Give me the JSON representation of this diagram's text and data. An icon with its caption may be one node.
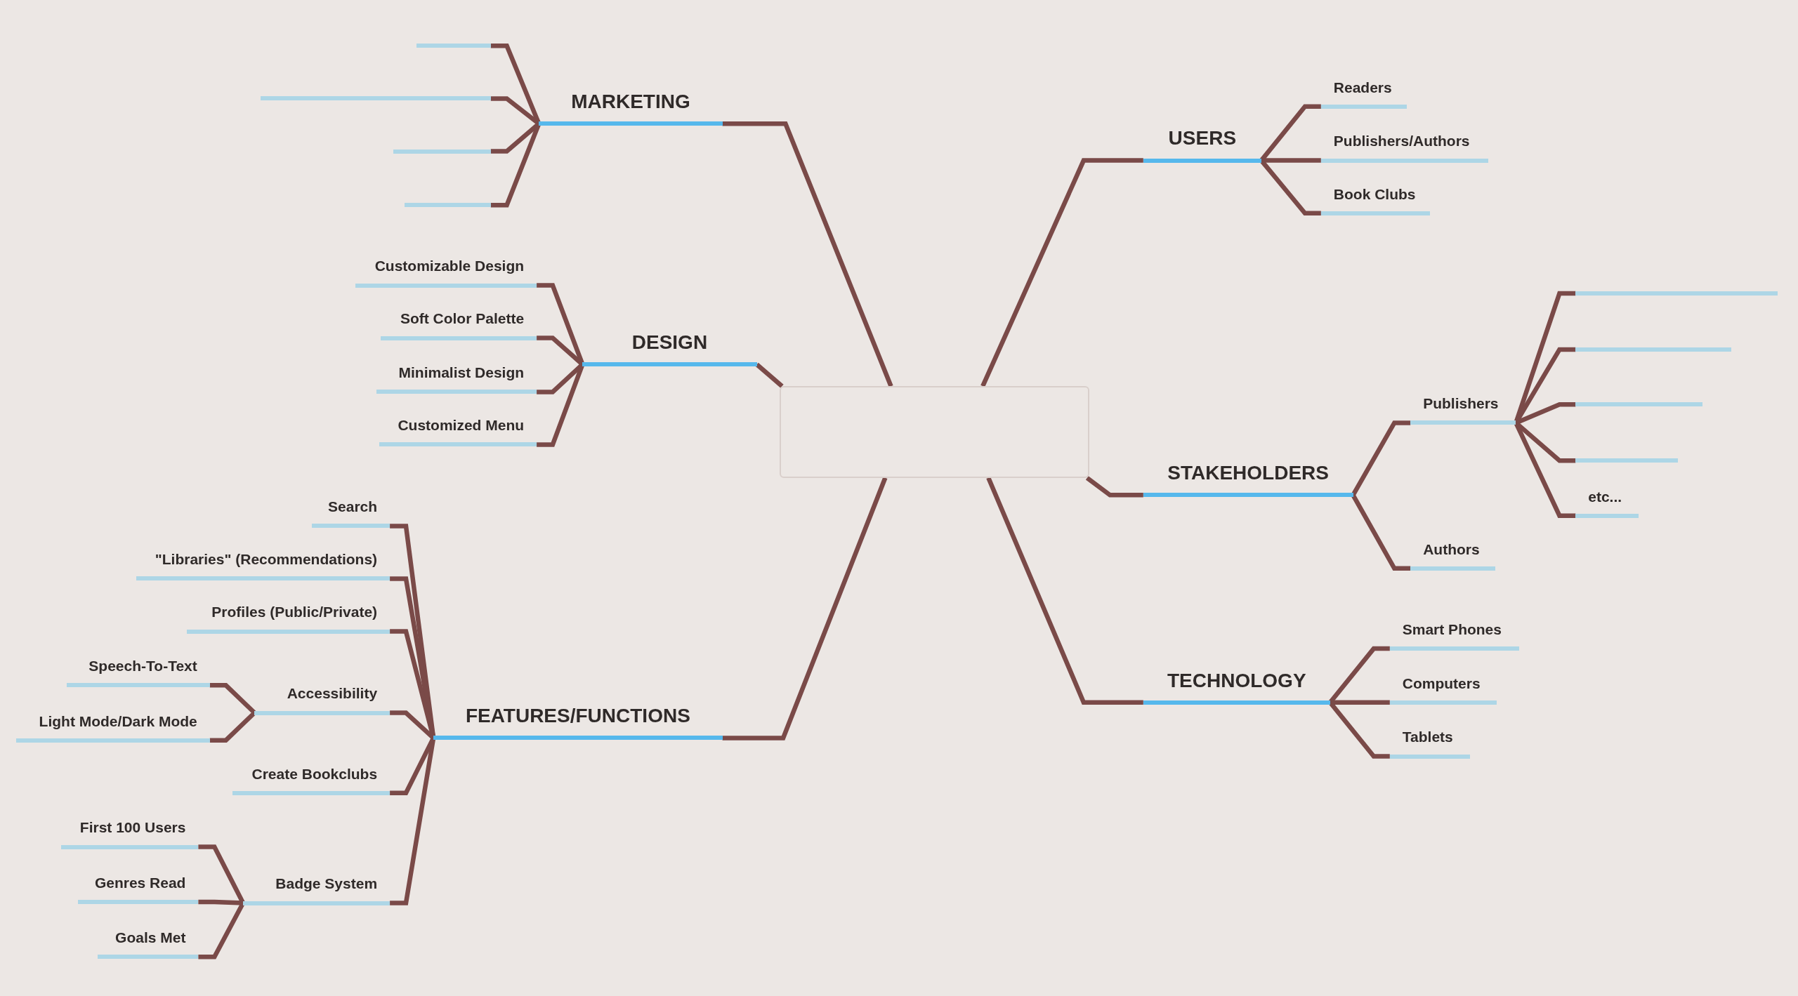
{
  "diagram": {
    "nodes": [
      {
        "text": [],
        "shape": "box"
      },
      {
        "text": [
          "MARKETING"
        ]
      },
      {
        "text": [],
        "shape": "bar"
      },
      {
        "text": [],
        "shape": "bar"
      },
      {
        "text": [],
        "shape": "bar"
      },
      {
        "text": [],
        "shape": "bar"
      },
      {
        "text": [
          "DESIGN"
        ]
      },
      {
        "text": [
          "Customizable Design"
        ]
      },
      {
        "text": [
          "Soft Color Palette"
        ]
      },
      {
        "text": [
          "Minimalist Design"
        ]
      },
      {
        "text": [
          "Customized Menu"
        ]
      },
      {
        "text": [
          "FEATURES/FUNCTIONS"
        ]
      },
      {
        "text": [
          "Search"
        ]
      },
      {
        "text": [
          "\"Libraries\" (Recommendations)"
        ]
      },
      {
        "text": [
          "Profiles (Public/Private)"
        ]
      },
      {
        "text": [
          "Accessibility"
        ]
      },
      {
        "text": [
          "Speech-To-Text"
        ]
      },
      {
        "text": [
          "Light Mode/Dark Mode"
        ]
      },
      {
        "text": [
          "Create Bookclubs"
        ]
      },
      {
        "text": [
          "Badge System"
        ]
      },
      {
        "text": [
          "First 100 Users"
        ]
      },
      {
        "text": [
          "Genres Read"
        ]
      },
      {
        "text": [
          "Goals Met"
        ]
      },
      {
        "text": [
          "USERS"
        ]
      },
      {
        "text": [
          "Readers"
        ]
      },
      {
        "text": [
          "Publishers/Authors"
        ]
      },
      {
        "text": [
          "Book Clubs"
        ]
      },
      {
        "text": [
          "STAKEHOLDERS"
        ]
      },
      {
        "text": [
          "Publishers"
        ]
      },
      {
        "text": [],
        "shape": "bar"
      },
      {
        "text": [],
        "shape": "bar"
      },
      {
        "text": [],
        "shape": "bar"
      },
      {
        "text": [],
        "shape": "bar"
      },
      {
        "text": [
          "etc..."
        ]
      },
      {
        "text": [
          "Authors"
        ]
      },
      {
        "text": [
          "TECHNOLOGY"
        ]
      },
      {
        "text": [
          "Smart Phones"
        ]
      },
      {
        "text": [
          "Computers"
        ]
      },
      {
        "text": [
          "Tablets"
        ]
      }
    ],
    "edges": [
      {
        "from": 0,
        "to": 1,
        "arrow": "none"
      },
      {
        "from": 1,
        "to": 2,
        "arrow": "none"
      },
      {
        "from": 1,
        "to": 3,
        "arrow": "none"
      },
      {
        "from": 1,
        "to": 4,
        "arrow": "none"
      },
      {
        "from": 1,
        "to": 5,
        "arrow": "none"
      },
      {
        "from": 0,
        "to": 6,
        "arrow": "none"
      },
      {
        "from": 6,
        "to": 7,
        "arrow": "none"
      },
      {
        "from": 6,
        "to": 8,
        "arrow": "none"
      },
      {
        "from": 6,
        "to": 9,
        "arrow": "none"
      },
      {
        "from": 6,
        "to": 10,
        "arrow": "none"
      },
      {
        "from": 0,
        "to": 11,
        "arrow": "none"
      },
      {
        "from": 11,
        "to": 12,
        "arrow": "none"
      },
      {
        "from": 11,
        "to": 13,
        "arrow": "none"
      },
      {
        "from": 11,
        "to": 14,
        "arrow": "none"
      },
      {
        "from": 11,
        "to": 15,
        "arrow": "none"
      },
      {
        "from": 15,
        "to": 16,
        "arrow": "none"
      },
      {
        "from": 15,
        "to": 17,
        "arrow": "none"
      },
      {
        "from": 11,
        "to": 18,
        "arrow": "none"
      },
      {
        "from": 11,
        "to": 19,
        "arrow": "none"
      },
      {
        "from": 19,
        "to": 20,
        "arrow": "none"
      },
      {
        "from": 19,
        "to": 21,
        "arrow": "none"
      },
      {
        "from": 19,
        "to": 22,
        "arrow": "none"
      },
      {
        "from": 0,
        "to": 23,
        "arrow": "none"
      },
      {
        "from": 23,
        "to": 24,
        "arrow": "none"
      },
      {
        "from": 23,
        "to": 25,
        "arrow": "none"
      },
      {
        "from": 23,
        "to": 26,
        "arrow": "none"
      },
      {
        "from": 0,
        "to": 27,
        "arrow": "none"
      },
      {
        "from": 27,
        "to": 28,
        "arrow": "none"
      },
      {
        "from": 28,
        "to": 29,
        "arrow": "none"
      },
      {
        "from": 28,
        "to": 30,
        "arrow": "none"
      },
      {
        "from": 28,
        "to": 31,
        "arrow": "none"
      },
      {
        "from": 28,
        "to": 32,
        "arrow": "none"
      },
      {
        "from": 28,
        "to": 33,
        "arrow": "none"
      },
      {
        "from": 27,
        "to": 34,
        "arrow": "none"
      },
      {
        "from": 0,
        "to": 35,
        "arrow": "none"
      },
      {
        "from": 35,
        "to": 36,
        "arrow": "none"
      },
      {
        "from": 35,
        "to": 37,
        "arrow": "none"
      },
      {
        "from": 35,
        "to": 38,
        "arrow": "none"
      }
    ]
  }
}
